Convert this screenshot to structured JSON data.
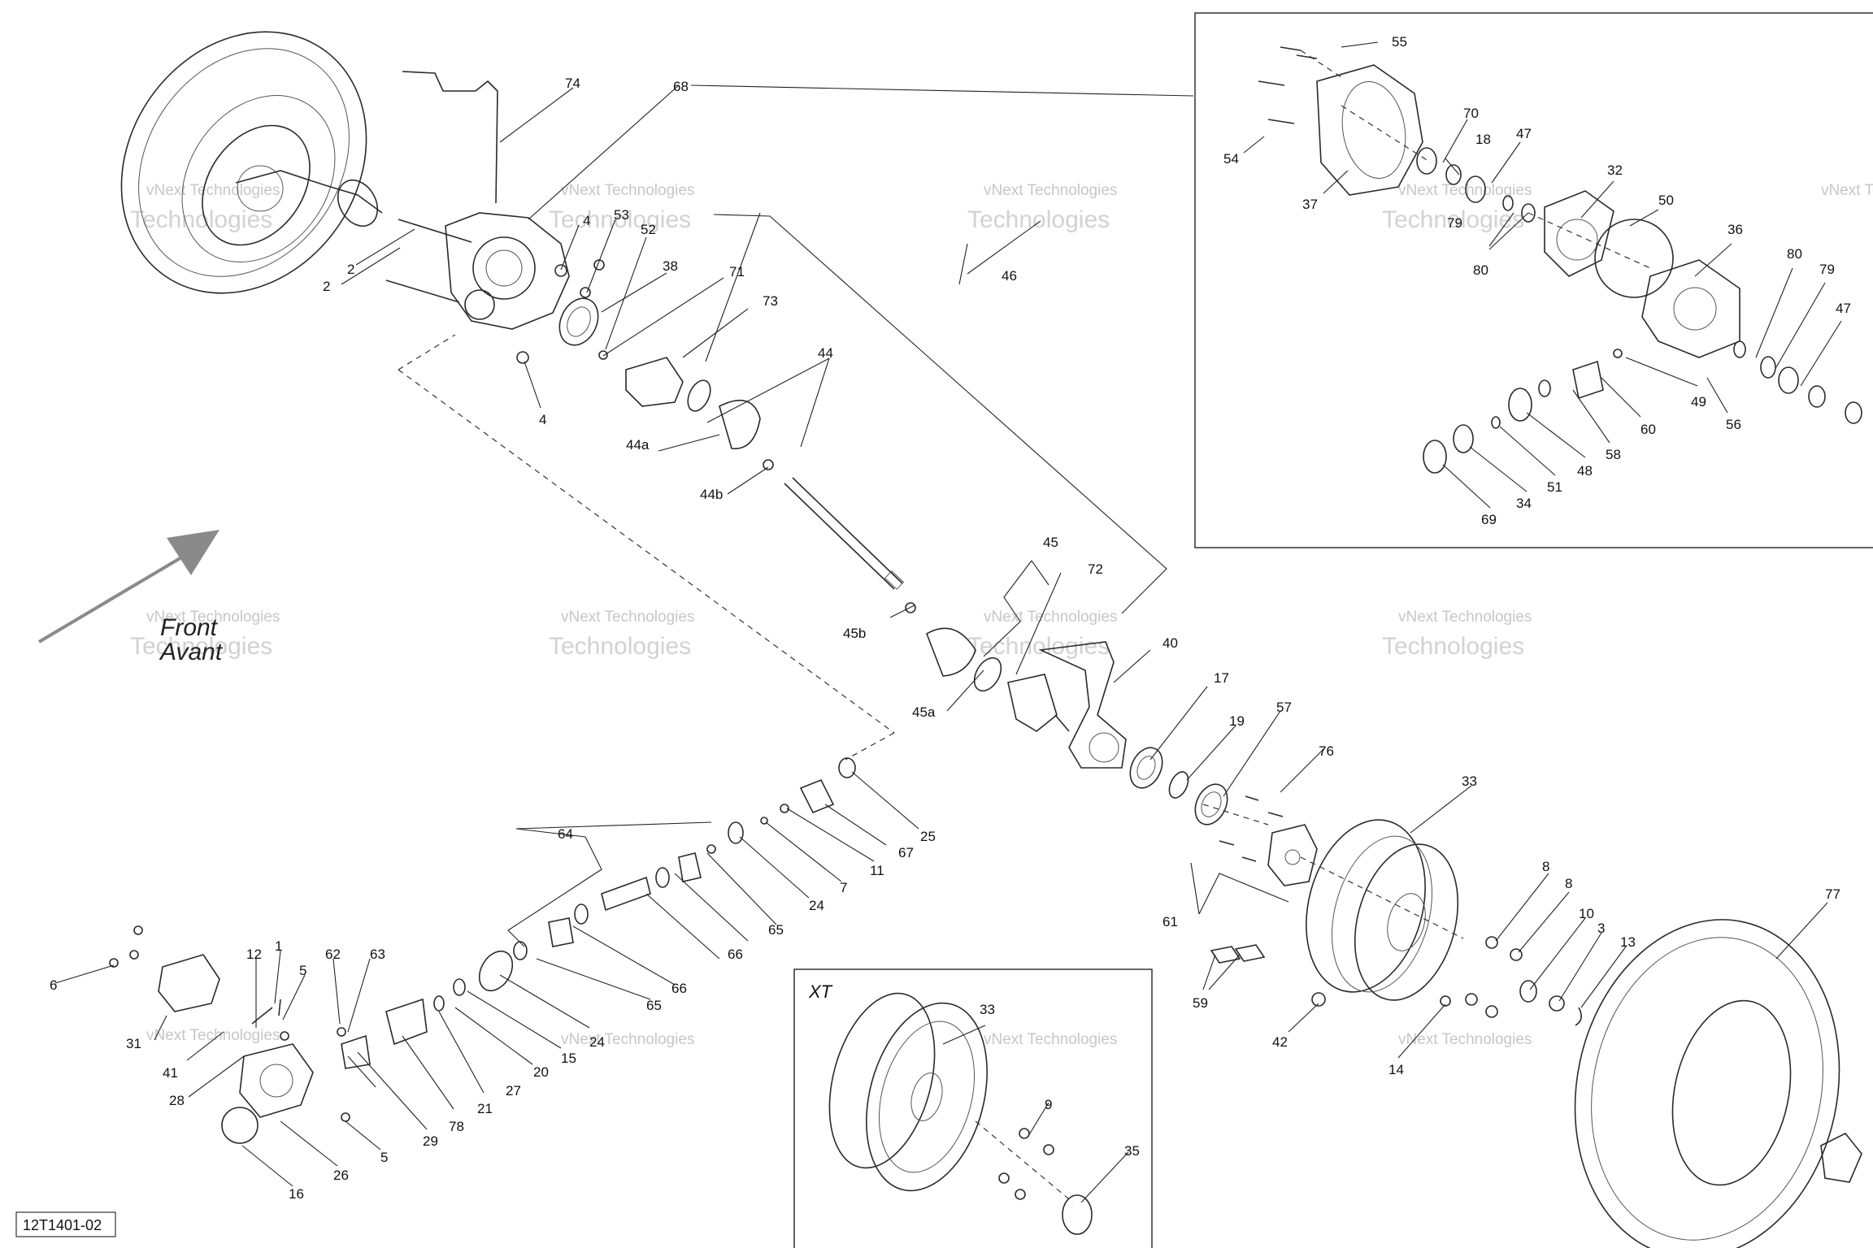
{
  "diagram": {
    "figure_code": "12T1401-02",
    "front_label_line1": "Front",
    "front_label_line2": "Avant",
    "inset_xt_label": "XT",
    "watermark_line1": "vNext Technologies",
    "watermark_line2": "Technologies",
    "callouts": {
      "c74": "74",
      "c68": "68",
      "c2a": "2",
      "c2b": "2",
      "c4a": "4",
      "c53": "53",
      "c52": "52",
      "c38": "38",
      "c71": "71",
      "c73": "73",
      "c4b": "4",
      "c44": "44",
      "c44a": "44a",
      "c44b": "44b",
      "c46": "46",
      "c45": "45",
      "c72": "72",
      "c45b": "45b",
      "c45a": "45a",
      "c40": "40",
      "c17": "17",
      "c19": "19",
      "c57": "57",
      "c76": "76",
      "c33a": "33",
      "c61": "61",
      "c59": "59",
      "c42": "42",
      "c8a": "8",
      "c8b": "8",
      "c10": "10",
      "c3": "3",
      "c13": "13",
      "c14": "14",
      "c77": "77",
      "c25": "25",
      "c67": "67",
      "c11": "11",
      "c7": "7",
      "c24a": "24",
      "c64": "64",
      "c65a": "65",
      "c66a": "66",
      "c66b": "66",
      "c65b": "65",
      "c24b": "24",
      "c15": "15",
      "c20": "20",
      "c27": "27",
      "c21": "21",
      "c78": "78",
      "c29": "29",
      "c63": "63",
      "c62": "62",
      "c5a": "5",
      "c5b": "5",
      "c12": "12",
      "c1": "1",
      "c6": "6",
      "c31": "31",
      "c41": "41",
      "c28": "28",
      "c26": "26",
      "c16": "16",
      "c33b": "33",
      "c9": "9",
      "c35": "35",
      "c55": "55",
      "c54": "54",
      "c37": "37",
      "c70": "70",
      "c18": "18",
      "c47a": "47",
      "c32": "32",
      "c79a": "79",
      "c80a": "80",
      "c50": "50",
      "c36": "36",
      "c80b": "80",
      "c79b": "79",
      "c47b": "47",
      "c49": "49",
      "c56": "56",
      "c60": "60",
      "c58": "58",
      "c48": "48",
      "c51": "51",
      "c34": "34",
      "c69": "69"
    }
  }
}
